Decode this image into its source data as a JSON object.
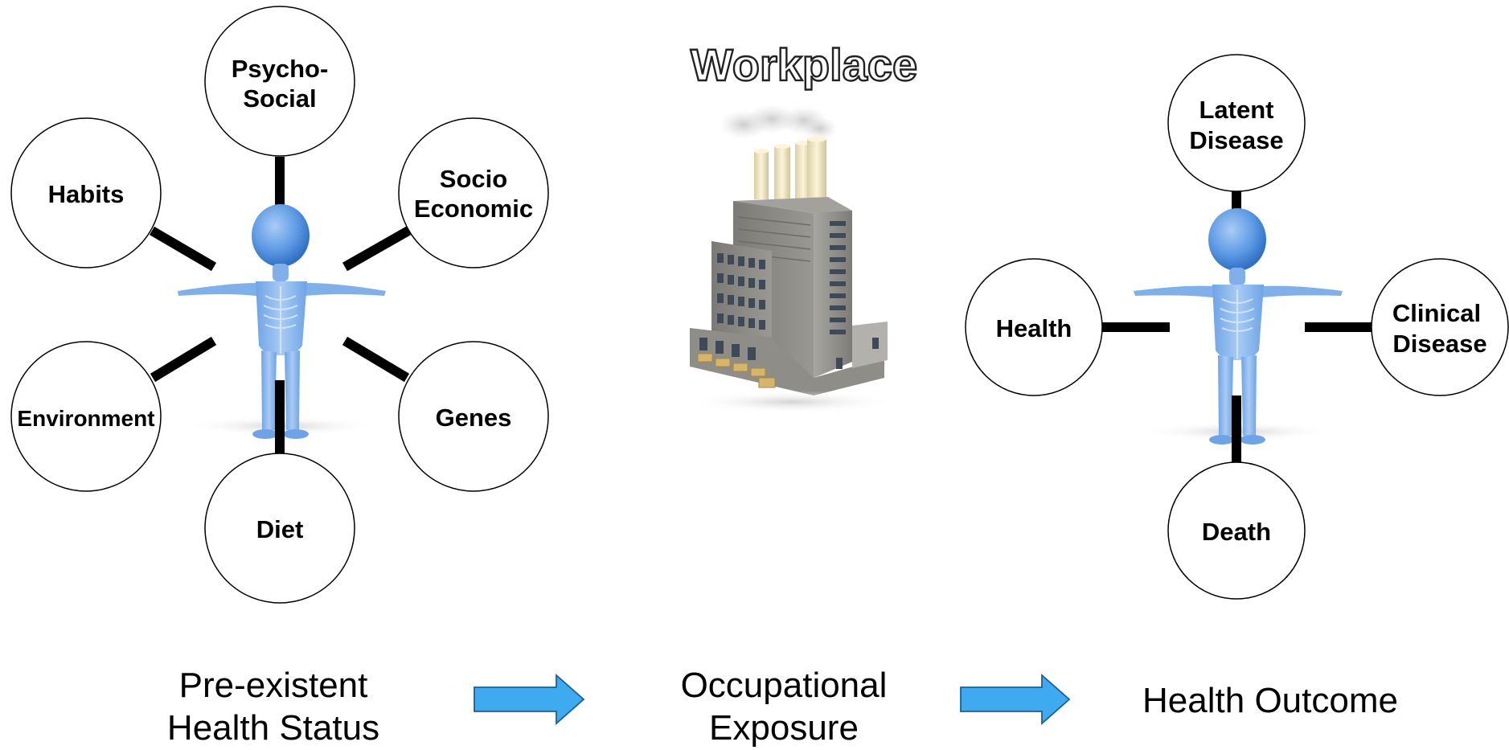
{
  "figure": {
    "left_factors": {
      "psycho_social": [
        "Psycho-",
        "Social"
      ],
      "habits": [
        "Habits"
      ],
      "socio_economic": [
        "Socio",
        "Economic"
      ],
      "environment": [
        "Environment"
      ],
      "genes": [
        "Genes"
      ],
      "diet": [
        "Diet"
      ]
    },
    "workplace_title": "Workplace",
    "right_outcomes": {
      "latent_disease": [
        "Latent",
        "Disease"
      ],
      "health": [
        "Health"
      ],
      "clinical_disease": [
        "Clinical",
        "Disease"
      ],
      "death": [
        "Death"
      ]
    },
    "captions": {
      "pre_existent": [
        "Pre-existent",
        "Health Status"
      ],
      "occupational": [
        "Occupational",
        "Exposure"
      ],
      "outcome": "Health Outcome"
    }
  },
  "colors": {
    "figure_blue": "#6fa8e8",
    "figure_blue_dark": "#2f6fc4",
    "arrow_blue": "#3eaaf0",
    "arrow_outline": "#1b5f9a",
    "connector": "#000000",
    "factory_gray": "#8c8a86",
    "chimney_cream": "#f1e6c0"
  },
  "icons": {
    "person_figure": "human-skeleton-figure-icon",
    "factory": "factory-building-icon",
    "flow_arrow": "right-arrow-icon"
  }
}
